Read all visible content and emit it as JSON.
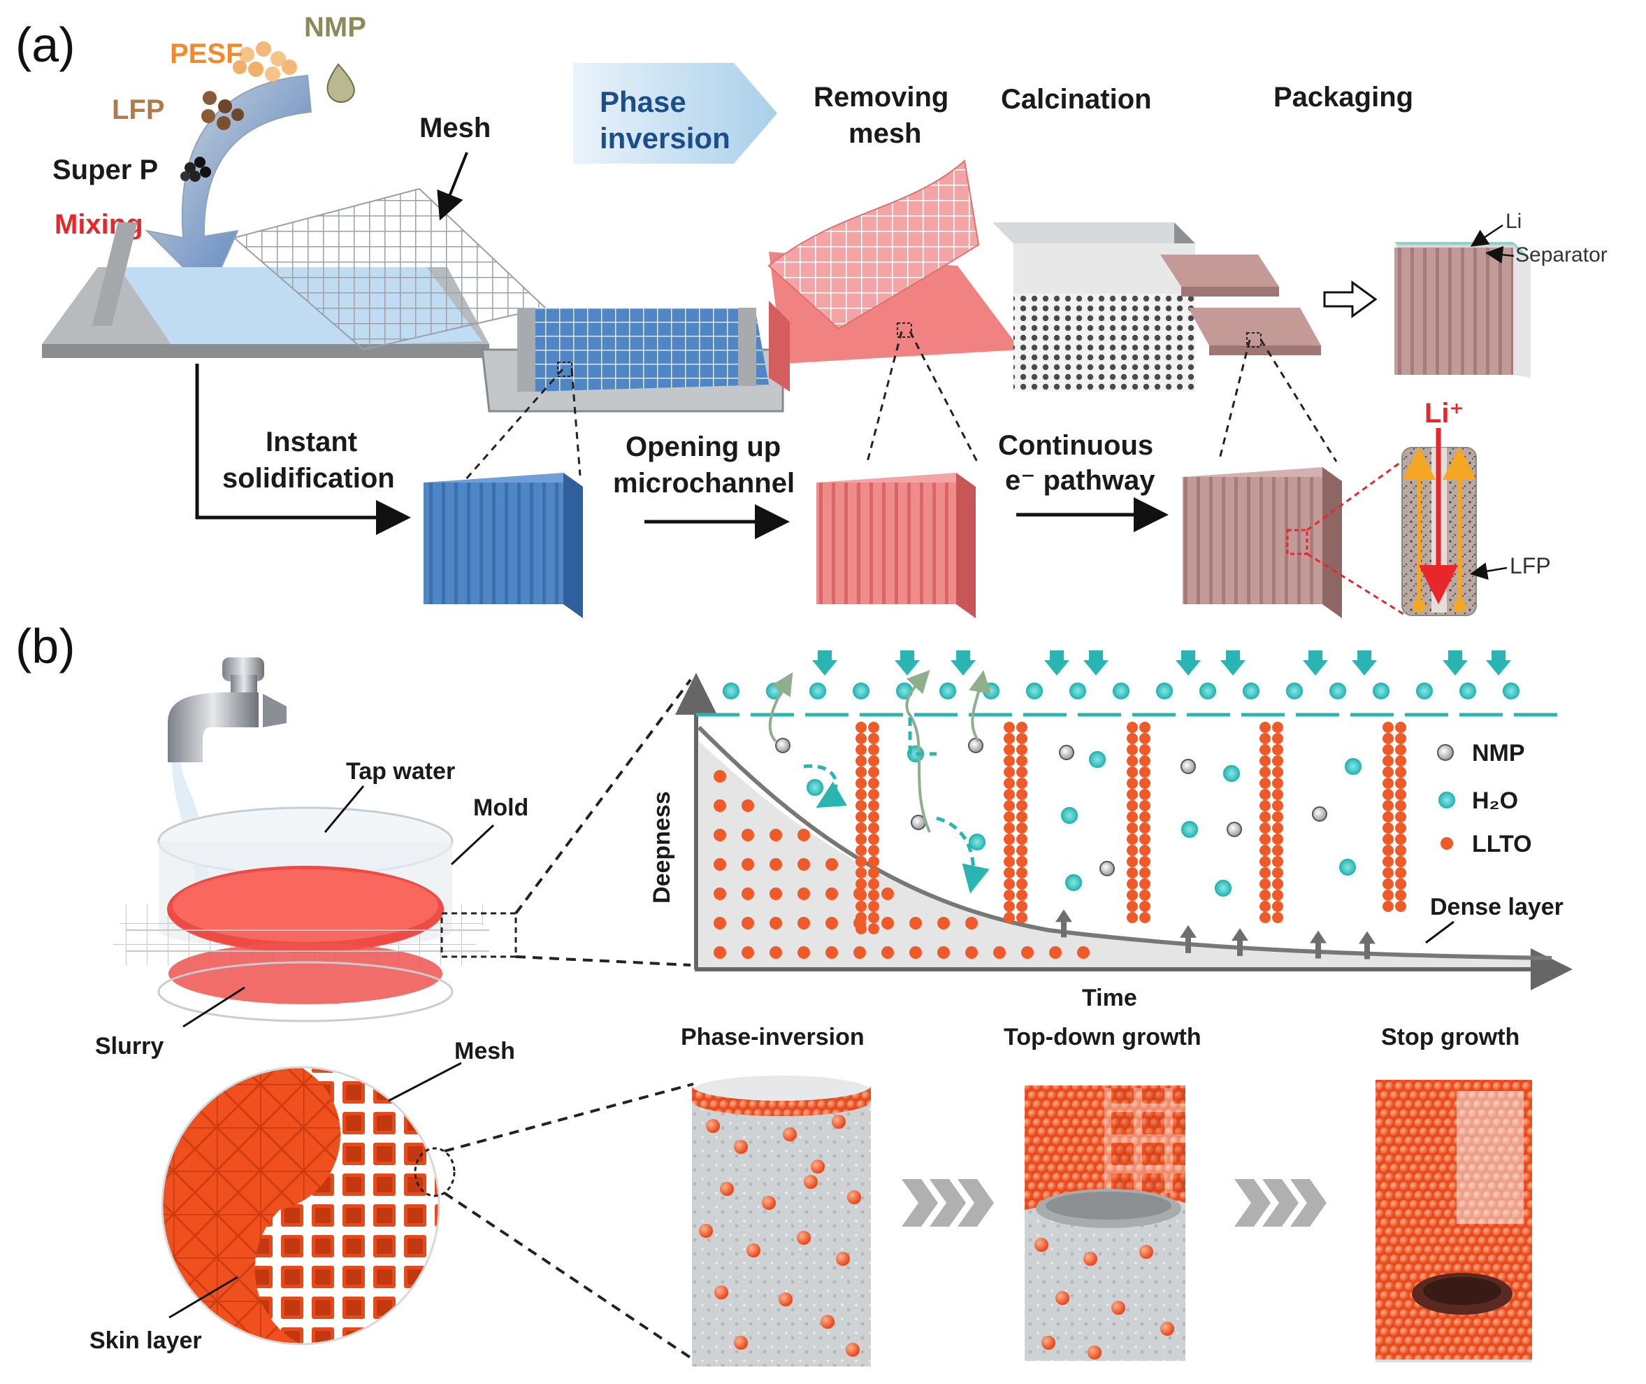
{
  "panel_a": {
    "panel_label": "(a)",
    "ingredients": {
      "nmp": "NMP",
      "pesf": "PESF",
      "lfp": "LFP",
      "super_p": "Super P",
      "mixing": "Mixing"
    },
    "mesh_label": "Mesh",
    "phase_inversion_line1": "Phase",
    "phase_inversion_line2": "inversion",
    "removing_line1": "Removing",
    "removing_line2": "mesh",
    "calcination": "Calcination",
    "packaging": "Packaging",
    "li": "Li",
    "separator": "Separator",
    "instant_line1": "Instant",
    "instant_line2": "solidification",
    "opening_line1": "Opening up",
    "opening_line2": "microchannel",
    "continuous_line1": "Continuous",
    "continuous_line2": "e⁻ pathway",
    "li_plus": "Li⁺",
    "lfp_pointer": "LFP"
  },
  "panel_b": {
    "panel_label": "(b)",
    "tap_water": "Tap water",
    "mold": "Mold",
    "slurry": "Slurry",
    "mesh": "Mesh",
    "skin_layer": "Skin layer",
    "y_axis": "Deepness",
    "x_axis": "Time",
    "legend": [
      "NMP",
      "H₂O",
      "LLTO"
    ],
    "dense_layer": "Dense layer",
    "stage_1": "Phase-inversion",
    "stage_2": "Top-down growth",
    "stage_3": "Stop growth"
  },
  "colors": {
    "blue_mold": "#4f86c6",
    "pink_mold": "#e8797a",
    "mauve_mold": "#b88a88",
    "llto": "#f05a28",
    "water": "#3cc6c4",
    "mixing_red": "#e8272a",
    "pesf_orange": "#f08a2b",
    "lfp_brown": "#b07a4a",
    "nmp_olive": "#8a8a5a",
    "phase_box": "#1b4f8a"
  }
}
